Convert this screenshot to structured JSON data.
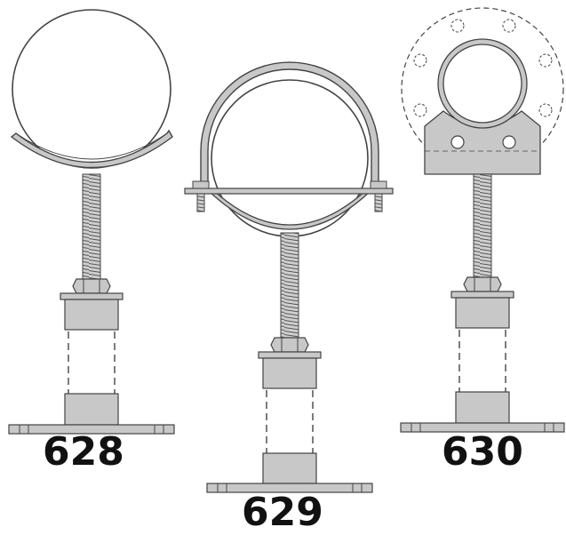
{
  "models": [
    {
      "label": "628"
    },
    {
      "label": "629"
    },
    {
      "label": "630"
    }
  ],
  "colors": {
    "line": "#444444",
    "metal": "#c8c8c8",
    "metal_dark": "#9a9a9a",
    "thread_light": "#dcdcdc",
    "background": "#ffffff"
  }
}
